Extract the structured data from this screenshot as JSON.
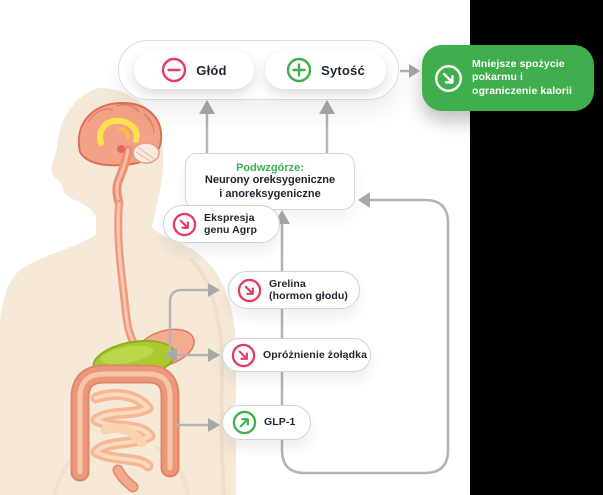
{
  "top_group": {
    "hunger_label": "Głód",
    "satiety_label": "Sytość"
  },
  "outcome_box": {
    "text": "Mniejsze spożycie pokarmu i ograniczenie kalorii"
  },
  "hypothalamus_box": {
    "title": "Podwzgórze:",
    "subtitle_line1": "Neurony oreksygeniczne",
    "subtitle_line2": "i anoreksygeniczne"
  },
  "agrp_box": {
    "line1": "Ekspresja",
    "line2": "genu Agrp"
  },
  "ghrelin_box": {
    "line1": "Grelina",
    "line2": "(hormon głodu)"
  },
  "gastric_emptying_box": {
    "label": "Opróżnienie żołądka"
  },
  "glp1_box": {
    "label": "GLP-1"
  },
  "icons": {
    "hunger": "minus-circle-icon",
    "satiety": "plus-circle-icon",
    "decrease": "arrow-down-right-circle-icon",
    "increase": "arrow-up-right-circle-icon"
  },
  "colors": {
    "accent_green": "#3fae4c",
    "accent_red": "#e63a60",
    "text_dark": "#1d262e",
    "connector_gray": "#b3b3b3",
    "side_bar_black": "#000000",
    "body_skin": "#f7e9d8"
  }
}
